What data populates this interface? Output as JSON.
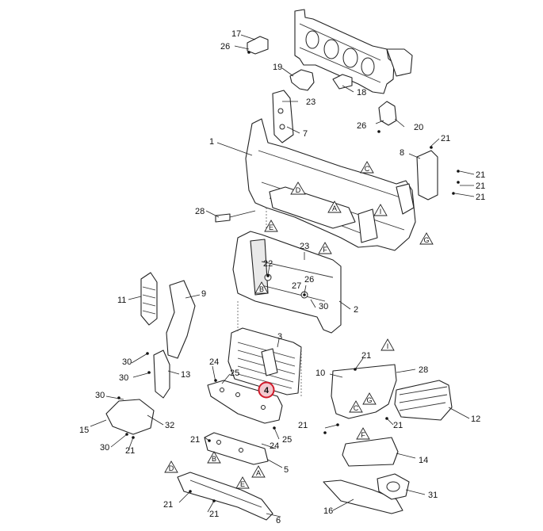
{
  "colors": {
    "highlight_stroke": "#d11a2a",
    "highlight_fill": "#f3c9cf",
    "line": "#222222"
  },
  "highlighted_part": "4",
  "callouts": {
    "c1": "1",
    "c2": "2",
    "c3": "3",
    "c5": "5",
    "c6": "6",
    "c7": "7",
    "c8": "8",
    "c9": "9",
    "c10": "10",
    "c11": "11",
    "c12": "12",
    "c13": "13",
    "c14": "14",
    "c15": "15",
    "c16": "16",
    "c17": "17",
    "c18": "18",
    "c19": "19",
    "c20": "20",
    "c21a": "21",
    "c21b": "21",
    "c21c": "21",
    "c21d": "21",
    "c21e": "21",
    "c21f": "21",
    "c21g": "21",
    "c21h": "21",
    "c21i": "21",
    "c21j": "21",
    "c21k": "21",
    "c22": "22",
    "c23a": "23",
    "c23b": "23",
    "c24a": "24",
    "c24b": "24",
    "c25a": "25",
    "c25b": "25",
    "c26a": "26",
    "c26b": "26",
    "c26c": "26",
    "c27": "27",
    "c28a": "28",
    "c28b": "28",
    "c30a": "30",
    "c30b": "30",
    "c30c": "30",
    "c30d": "30",
    "c30e": "30",
    "c31": "31",
    "c32": "32"
  },
  "reference_markers": {
    "ra": "A",
    "rb": "B",
    "rc": "C",
    "rd": "D",
    "re": "E",
    "rf": "F",
    "rg": "G",
    "ri": "I",
    "ra2": "A",
    "rb2": "B",
    "rc2": "C",
    "rd2": "D",
    "re2": "E",
    "rf2": "F",
    "rg2": "G",
    "ri2": "I"
  }
}
